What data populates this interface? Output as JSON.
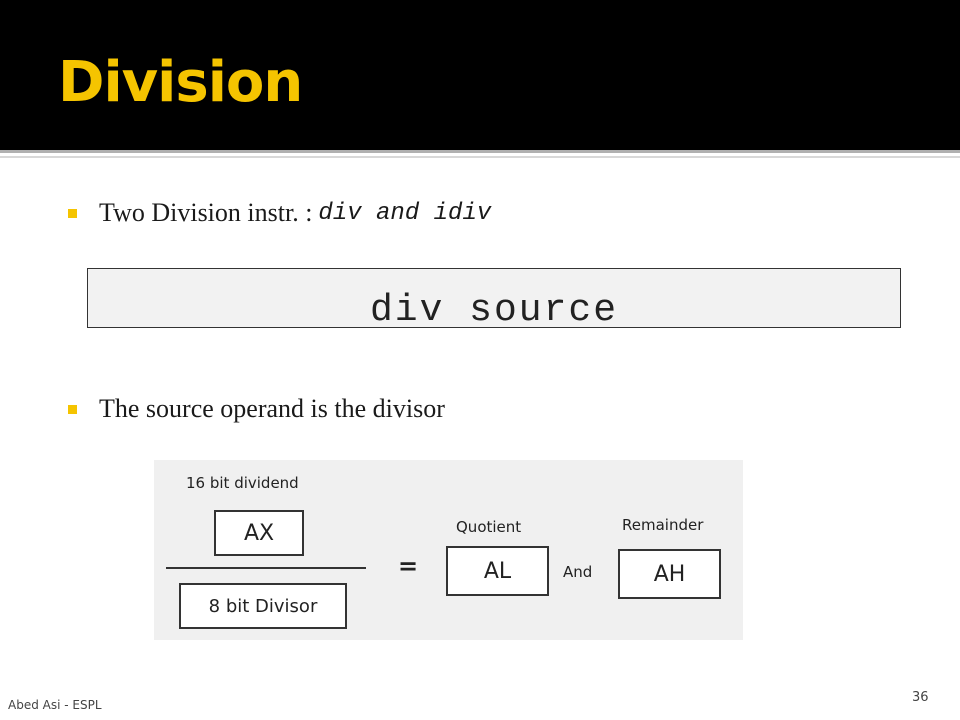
{
  "slide": {
    "title": "Division",
    "accent_color": "#f5c400",
    "header_color": "#000000"
  },
  "bullets": [
    {
      "text": "Two Division instr. :",
      "code": "div and idiv"
    },
    {
      "text": "The source operand is the divisor"
    }
  ],
  "code_box": {
    "text": "div source"
  },
  "diagram": {
    "dividend_label": "16 bit dividend",
    "dividend_register": "AX",
    "divisor_register": "8 bit Divisor",
    "equals": "=",
    "quotient_label": "Quotient",
    "quotient_register": "AL",
    "conjunction": "And",
    "remainder_label": "Remainder",
    "remainder_register": "AH"
  },
  "footer": {
    "author": "Abed Asi - ESPL",
    "page_number": "36"
  }
}
